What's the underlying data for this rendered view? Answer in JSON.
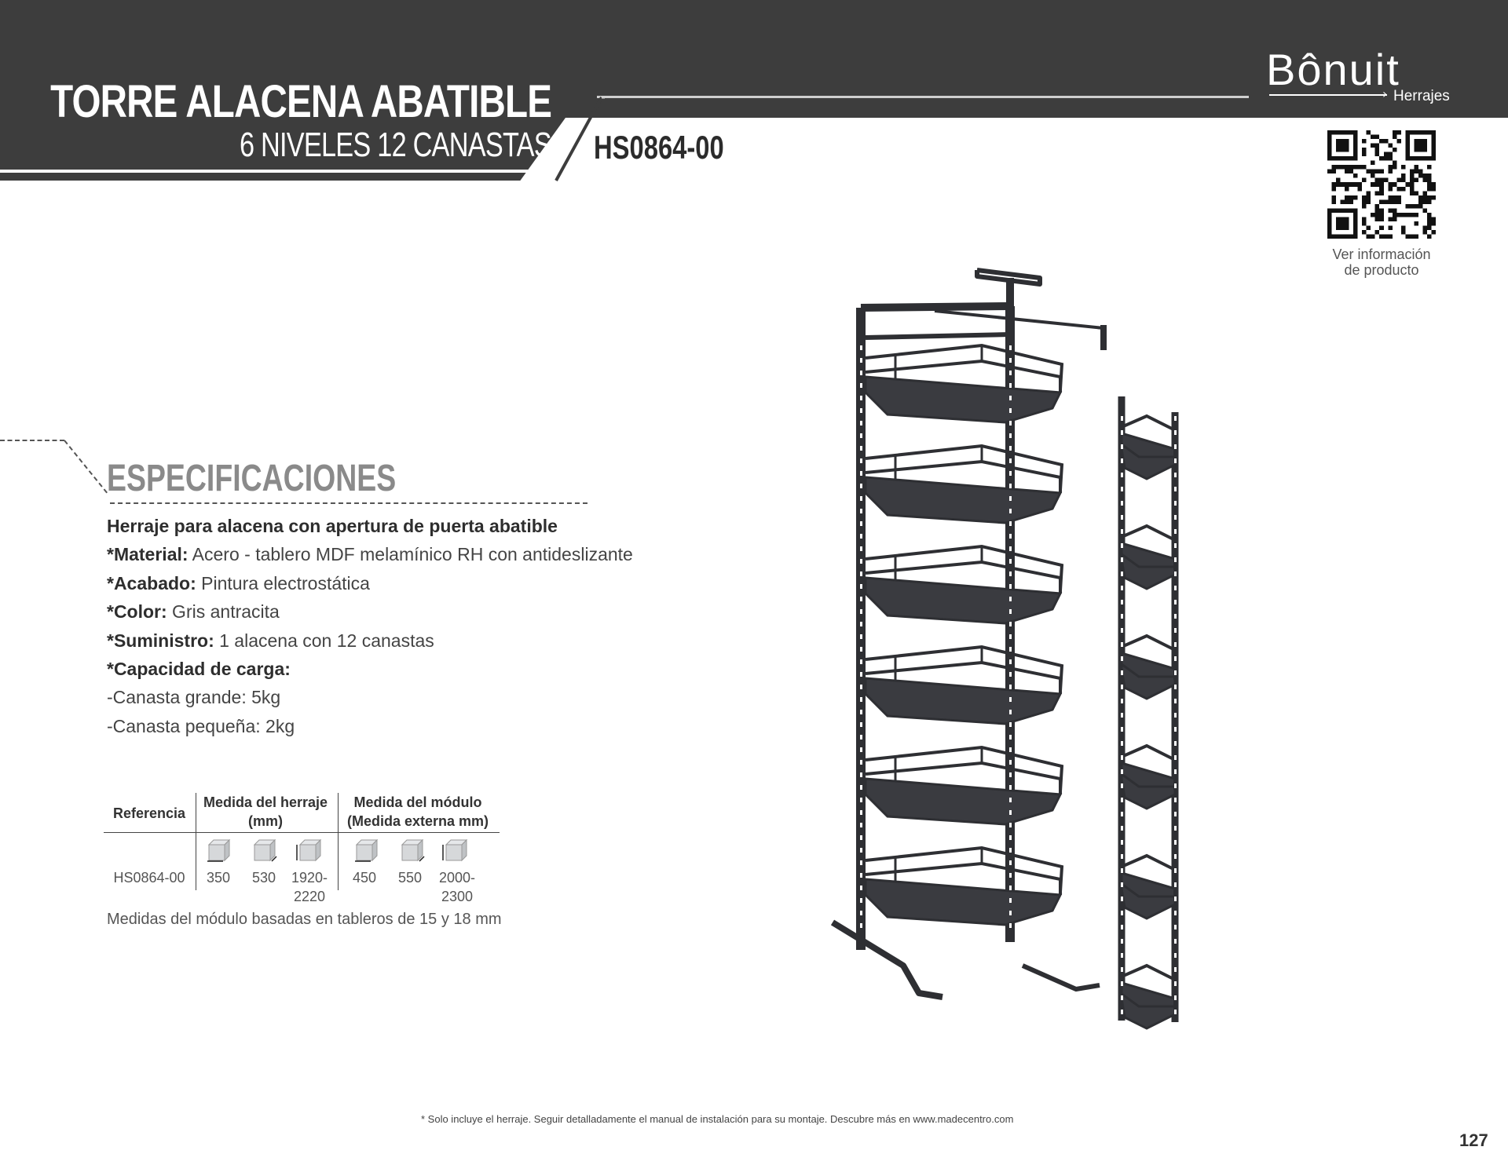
{
  "header": {
    "title": "TORRE ALACENA ABATIBLE",
    "subtitle": "6 NIVELES 12 CANASTAS",
    "code": "HS0864-00"
  },
  "brand": {
    "name": "Bônuit",
    "sub": "Herrajes",
    "arrow": "›"
  },
  "qr": {
    "caption_line1": "Ver información",
    "caption_line2": "de producto"
  },
  "specs": {
    "title": "ESPECIFICACIONES",
    "intro": "Herraje para alacena con apertura de puerta abatible",
    "items": [
      {
        "label": "*Material:",
        "value": " Acero - tablero MDF melamínico RH con antideslizante"
      },
      {
        "label": "*Acabado:",
        "value": " Pintura electrostática"
      },
      {
        "label": "*Color:",
        "value": " Gris antracita"
      },
      {
        "label": "*Suministro:",
        "value": " 1 alacena con 12 canastas"
      },
      {
        "label": "*Capacidad de carga:",
        "value": ""
      }
    ],
    "load_1": "-Canasta grande: 5kg",
    "load_2": "-Canasta pequeña: 2kg"
  },
  "table": {
    "col_ref": "Referencia",
    "col_herraje_1": "Medida del herraje",
    "col_herraje_2": "(mm)",
    "col_modulo_1": "Medida del módulo",
    "col_modulo_2": "(Medida externa mm)",
    "row": {
      "ref": "HS0864-00",
      "h1": "350",
      "h2": "530",
      "h3a": "1920-",
      "h3b": "2220",
      "m1": "450",
      "m2": "550",
      "m3a": "2000-",
      "m3b": "2300"
    },
    "note": "Medidas del módulo basadas en tableros de 15 y 18 mm"
  },
  "footnote": "* Solo incluye el herraje. Seguir detalladamente el manual de instalación para su montaje. Descubre más en www.madecentro.com",
  "page_number": "127",
  "colors": {
    "header": "#3d3d3d",
    "product": "#2e2f33",
    "spec_title": "#8a8a8a"
  }
}
